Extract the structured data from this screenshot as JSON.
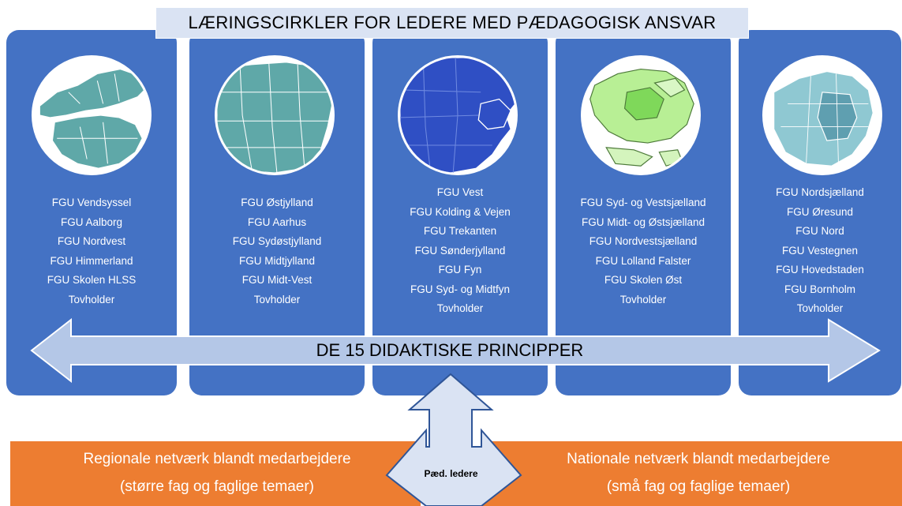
{
  "title": "LÆRINGSCIRKLER FOR LEDERE MED PÆDAGOGISK ANSVAR",
  "principles": "DE 15 DIDAKTISKE PRINCIPPER",
  "columns": [
    {
      "map_icon": "north-jutland-map",
      "items": [
        "FGU Vendsyssel",
        "FGU Aalborg",
        "FGU Nordvest",
        "FGU Himmerland",
        "FGU Skolen HLSS",
        "Tovholder"
      ]
    },
    {
      "map_icon": "east-jutland-map",
      "items": [
        "FGU Østjylland",
        "FGU Aarhus",
        "FGU Sydøstjylland",
        "FGU Midtjylland",
        "FGU Midt-Vest",
        "Tovholder"
      ]
    },
    {
      "map_icon": "south-denmark-map",
      "items": [
        "FGU Vest",
        "FGU Kolding & Vejen",
        "FGU Trekanten",
        "FGU Sønderjylland",
        "FGU Fyn",
        "FGU Syd- og Midtfyn",
        "Tovholder"
      ]
    },
    {
      "map_icon": "zealand-map",
      "items": [
        "FGU Syd- og Vestsjælland",
        "FGU Midt- og Østsjælland",
        "FGU Nordvestsjælland",
        "FGU Lolland Falster",
        "FGU Skolen Øst",
        "Tovholder"
      ]
    },
    {
      "map_icon": "capital-region-map",
      "items": [
        "FGU Nordsjælland",
        "FGU Øresund",
        "FGU Nord",
        "FGU Vestegnen",
        "FGU Hovedstaden",
        "FGU Bornholm",
        "Tovholder"
      ]
    }
  ],
  "networks": {
    "regional_line1": "Regionale netværk blandt medarbejdere",
    "regional_line2": "(større fag og faglige temaer)",
    "national_line1": "Nationale netværk blandt medarbejdere",
    "national_line2": "(små fag og faglige temaer)",
    "ped_leaders": "Pæd. ledere"
  },
  "colors": {
    "panel": "#4472c4",
    "title_bg": "#dae3f3",
    "arrow_fill": "#b4c7e7",
    "network_bg": "#ed7d31",
    "map_teal": "#5fa8a8",
    "map_blue": "#2f4fc4",
    "map_green": "#9ee07a"
  }
}
